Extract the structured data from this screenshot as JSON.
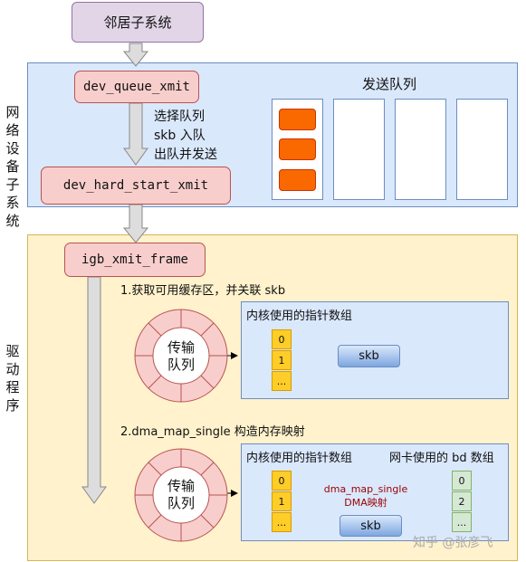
{
  "top": {
    "neighbor": "邻居子系统"
  },
  "net_device": {
    "side_label": [
      "网",
      "络",
      "设",
      "备",
      "子",
      "系",
      "统"
    ],
    "dev_queue_xmit": "dev_queue_xmit",
    "dev_hard_start_xmit": "dev_hard_start_xmit",
    "steps": [
      "选择队列",
      "skb 入队",
      "出队并发送"
    ],
    "send_queue_title": "发送队列"
  },
  "driver": {
    "side_label": [
      "驱",
      "动",
      "程",
      "序"
    ],
    "igb_xmit_frame": "igb_xmit_frame",
    "step1": "1.获取可用缓存区，并关联 skb",
    "step2": "2.dma_map_single 构造内存映射",
    "ring_label": [
      "传输",
      "队列"
    ],
    "kernel_array_title": "内核使用的指针数组",
    "nic_array_title": "网卡使用的 bd 数组",
    "kernel_cells": [
      "0",
      "1",
      "..."
    ],
    "nic_cells": [
      "0",
      "2",
      "..."
    ],
    "skb": "skb",
    "dma_label": [
      "dma_map_single",
      "DMA映射"
    ]
  },
  "watermark": "知乎 @张彦飞",
  "colors": {
    "netdev_bg": "#dae8fc",
    "driver_bg": "#fff2cc",
    "function_box": "#f8cecc",
    "packet": "#fa6800",
    "dma_text": "#990000"
  }
}
